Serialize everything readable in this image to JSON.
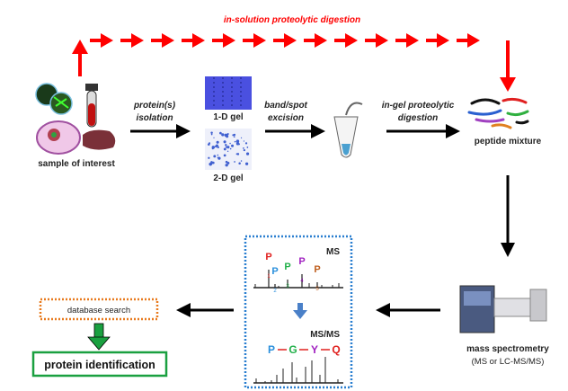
{
  "top_label": "in-solution proteolytic digestion",
  "sample_label": "sample of interest",
  "isolation_label": [
    "protein(s)",
    "isolation"
  ],
  "gel1_label": "1-D gel",
  "gel2_label": "2-D gel",
  "excision_label": [
    "band/spot",
    "excision"
  ],
  "ingel_label": [
    "in-gel proteolytic",
    "digestion"
  ],
  "peptide_label": "peptide mixture",
  "ms_label": "mass spectrometry",
  "ms_sub_label": "(MS or LC-MS/MS)",
  "spectra": {
    "ms_title": "MS",
    "msms_title": "MS/MS",
    "peaks": [
      {
        "letter": "P",
        "num": "1",
        "color": "#e0201e"
      },
      {
        "letter": "P",
        "num": "2",
        "color": "#2a8fdc"
      },
      {
        "letter": "P",
        "num": "3",
        "color": "#22b04a"
      },
      {
        "letter": "P",
        "num": "4",
        "color": "#a020c0"
      },
      {
        "letter": "P",
        "num": "5",
        "color": "#c06020"
      }
    ],
    "sequence": [
      {
        "aa": "P",
        "color": "#2a8fdc"
      },
      {
        "aa": "G",
        "color": "#22b04a"
      },
      {
        "aa": "Y",
        "color": "#a020c0"
      },
      {
        "aa": "Q",
        "color": "#e0201e"
      }
    ]
  },
  "db_search_label": "database search",
  "protein_id_label": "protein identification",
  "colors": {
    "red": "#ff0000",
    "orange": "#e87a1e",
    "green": "#1aa040",
    "blue_dotted": "#2a7fd0"
  }
}
